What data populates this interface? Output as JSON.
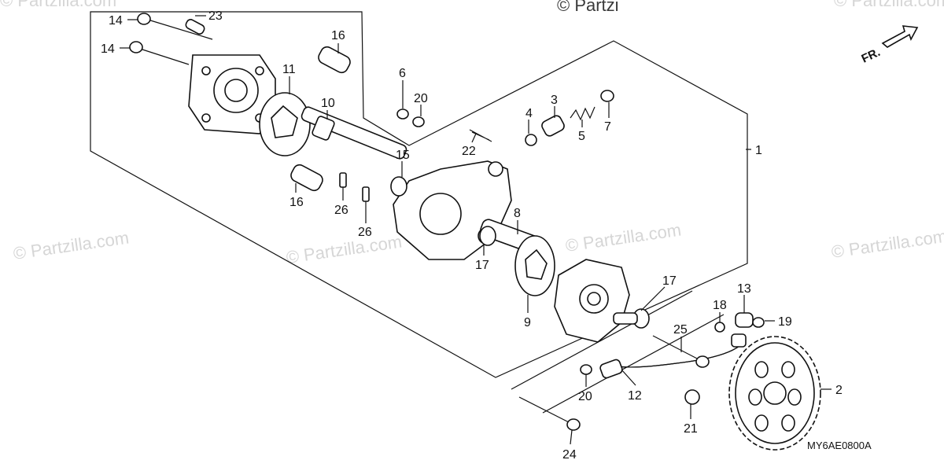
{
  "watermark": "© Partzilla.com",
  "top_watermark": "© Partzi",
  "diagram_code": "MY6AE0800A",
  "direction_label": "FR.",
  "callouts": {
    "c1": "1",
    "c2": "2",
    "c3": "3",
    "c4": "4",
    "c5": "5",
    "c6": "6",
    "c7": "7",
    "c8": "8",
    "c9": "9",
    "c10": "10",
    "c11": "11",
    "c12": "12",
    "c13": "13",
    "c14a": "14",
    "c14b": "14",
    "c15": "15",
    "c16a": "16",
    "c16b": "16",
    "c17a": "17",
    "c17b": "17",
    "c18": "18",
    "c19": "19",
    "c20a": "20",
    "c20b": "20",
    "c21": "21",
    "c22": "22",
    "c23": "23",
    "c24": "24",
    "c25": "25",
    "c26a": "26",
    "c26b": "26"
  }
}
